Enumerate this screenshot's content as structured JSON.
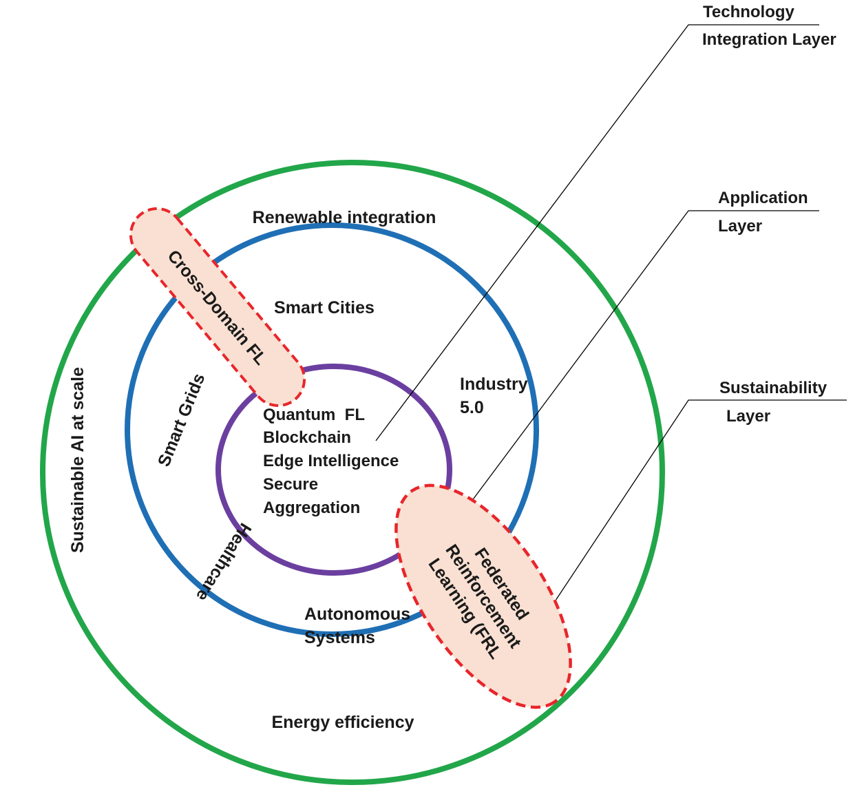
{
  "colors": {
    "sustainability_ring": "#22a64a",
    "application_ring": "#1f6fb5",
    "technology_ring": "#6b3fa0",
    "highlight_fill": "#f9e0d2",
    "highlight_border": "#e8262b",
    "leader_line": "#000000"
  },
  "callouts": {
    "technology": [
      "Technology",
      "Integration Layer"
    ],
    "application": [
      "Application",
      "Layer"
    ],
    "sustainability": [
      "Sustainability",
      "Layer"
    ]
  },
  "sustainability_ring": {
    "top": "Renewable integration",
    "bottom": "Energy efficiency",
    "left": "Sustainable AI at scale"
  },
  "application_ring": {
    "smart_cities": "Smart Cities",
    "industry": [
      "Industry",
      "5.0"
    ],
    "smart_grids": "Smart Grids",
    "healthcare": "Healthcare",
    "autonomous": [
      "Autonomous",
      "Systems"
    ]
  },
  "technology_core": {
    "items": [
      "Quantum  FL",
      "Blockchain",
      "Edge Intelligence",
      "Secure",
      "Aggregation"
    ]
  },
  "highlights": {
    "cross_domain": "Cross-Domain FL",
    "frl": [
      "Federated",
      "Reinforcement",
      "Learning (FRL"
    ]
  }
}
